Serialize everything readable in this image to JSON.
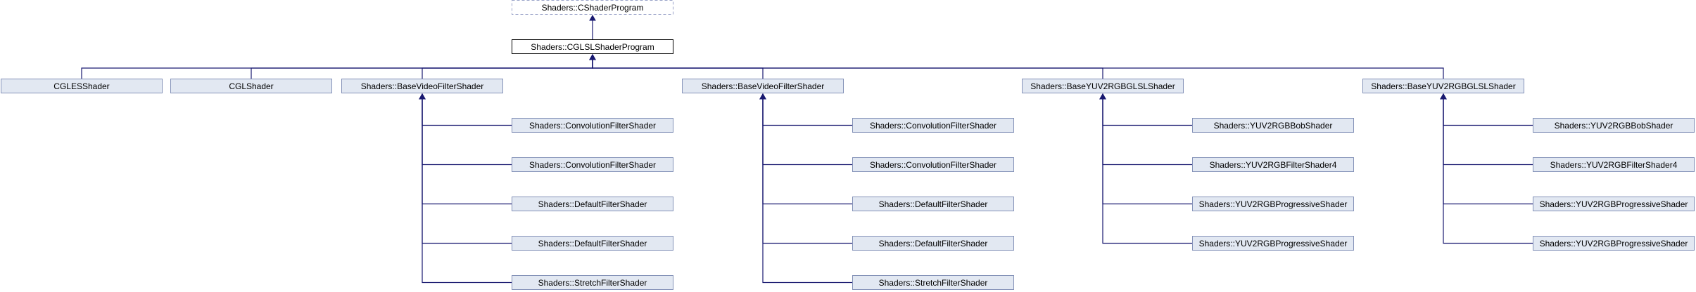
{
  "diagram": {
    "type": "class-inheritance",
    "colors": {
      "edge": "#191970",
      "node_fill": "#e2e8f2",
      "node_border": "#8492b8",
      "focus_fill": "#ffffff",
      "focus_border": "#000000"
    },
    "nodes": [
      {
        "id": "cshaderprogram",
        "label": "Shaders::CShaderProgram",
        "style": "external"
      },
      {
        "id": "cglslshaderprogram",
        "label": "Shaders::CGLSLShaderProgram",
        "style": "root"
      },
      {
        "id": "cglesshader",
        "label": "CGLESShader",
        "style": "normal"
      },
      {
        "id": "cglshader",
        "label": "CGLShader",
        "style": "normal"
      },
      {
        "id": "basevideo1",
        "label": "Shaders::BaseVideoFilterShader",
        "style": "normal"
      },
      {
        "id": "basevideo2",
        "label": "Shaders::BaseVideoFilterShader",
        "style": "normal"
      },
      {
        "id": "baseyuv1",
        "label": "Shaders::BaseYUV2RGBGLSLShader",
        "style": "normal"
      },
      {
        "id": "baseyuv2",
        "label": "Shaders::BaseYUV2RGBGLSLShader",
        "style": "normal"
      },
      {
        "id": "bv1c1",
        "label": "Shaders::ConvolutionFilterShader",
        "style": "normal"
      },
      {
        "id": "bv1c2",
        "label": "Shaders::ConvolutionFilterShader",
        "style": "normal"
      },
      {
        "id": "bv1c3",
        "label": "Shaders::DefaultFilterShader",
        "style": "normal"
      },
      {
        "id": "bv1c4",
        "label": "Shaders::DefaultFilterShader",
        "style": "normal"
      },
      {
        "id": "bv1c5",
        "label": "Shaders::StretchFilterShader",
        "style": "normal"
      },
      {
        "id": "bv2c1",
        "label": "Shaders::ConvolutionFilterShader",
        "style": "normal"
      },
      {
        "id": "bv2c2",
        "label": "Shaders::ConvolutionFilterShader",
        "style": "normal"
      },
      {
        "id": "bv2c3",
        "label": "Shaders::DefaultFilterShader",
        "style": "normal"
      },
      {
        "id": "bv2c4",
        "label": "Shaders::DefaultFilterShader",
        "style": "normal"
      },
      {
        "id": "bv2c5",
        "label": "Shaders::StretchFilterShader",
        "style": "normal"
      },
      {
        "id": "by1c1",
        "label": "Shaders::YUV2RGBBobShader",
        "style": "normal"
      },
      {
        "id": "by1c2",
        "label": "Shaders::YUV2RGBFilterShader4",
        "style": "normal"
      },
      {
        "id": "by1c3",
        "label": "Shaders::YUV2RGBProgressiveShader",
        "style": "normal"
      },
      {
        "id": "by1c4",
        "label": "Shaders::YUV2RGBProgressiveShader",
        "style": "normal"
      },
      {
        "id": "by2c1",
        "label": "Shaders::YUV2RGBBobShader",
        "style": "normal"
      },
      {
        "id": "by2c2",
        "label": "Shaders::YUV2RGBFilterShader4",
        "style": "normal"
      },
      {
        "id": "by2c3",
        "label": "Shaders::YUV2RGBProgressiveShader",
        "style": "normal"
      },
      {
        "id": "by2c4",
        "label": "Shaders::YUV2RGBProgressiveShader",
        "style": "normal"
      }
    ],
    "edges": [
      {
        "from": "cglslshaderprogram",
        "to": "cshaderprogram"
      },
      {
        "from": "cglesshader",
        "to": "cglslshaderprogram"
      },
      {
        "from": "cglshader",
        "to": "cglslshaderprogram"
      },
      {
        "from": "basevideo1",
        "to": "cglslshaderprogram"
      },
      {
        "from": "basevideo2",
        "to": "cglslshaderprogram"
      },
      {
        "from": "baseyuv1",
        "to": "cglslshaderprogram"
      },
      {
        "from": "baseyuv2",
        "to": "cglslshaderprogram"
      },
      {
        "from": "bv1c1",
        "to": "basevideo1"
      },
      {
        "from": "bv1c2",
        "to": "basevideo1"
      },
      {
        "from": "bv1c3",
        "to": "basevideo1"
      },
      {
        "from": "bv1c4",
        "to": "basevideo1"
      },
      {
        "from": "bv1c5",
        "to": "basevideo1"
      },
      {
        "from": "bv2c1",
        "to": "basevideo2"
      },
      {
        "from": "bv2c2",
        "to": "basevideo2"
      },
      {
        "from": "bv2c3",
        "to": "basevideo2"
      },
      {
        "from": "bv2c4",
        "to": "basevideo2"
      },
      {
        "from": "bv2c5",
        "to": "basevideo2"
      },
      {
        "from": "by1c1",
        "to": "baseyuv1"
      },
      {
        "from": "by1c2",
        "to": "baseyuv1"
      },
      {
        "from": "by1c3",
        "to": "baseyuv1"
      },
      {
        "from": "by1c4",
        "to": "baseyuv1"
      },
      {
        "from": "by2c1",
        "to": "baseyuv2"
      },
      {
        "from": "by2c2",
        "to": "baseyuv2"
      },
      {
        "from": "by2c3",
        "to": "baseyuv2"
      },
      {
        "from": "by2c4",
        "to": "baseyuv2"
      }
    ]
  }
}
